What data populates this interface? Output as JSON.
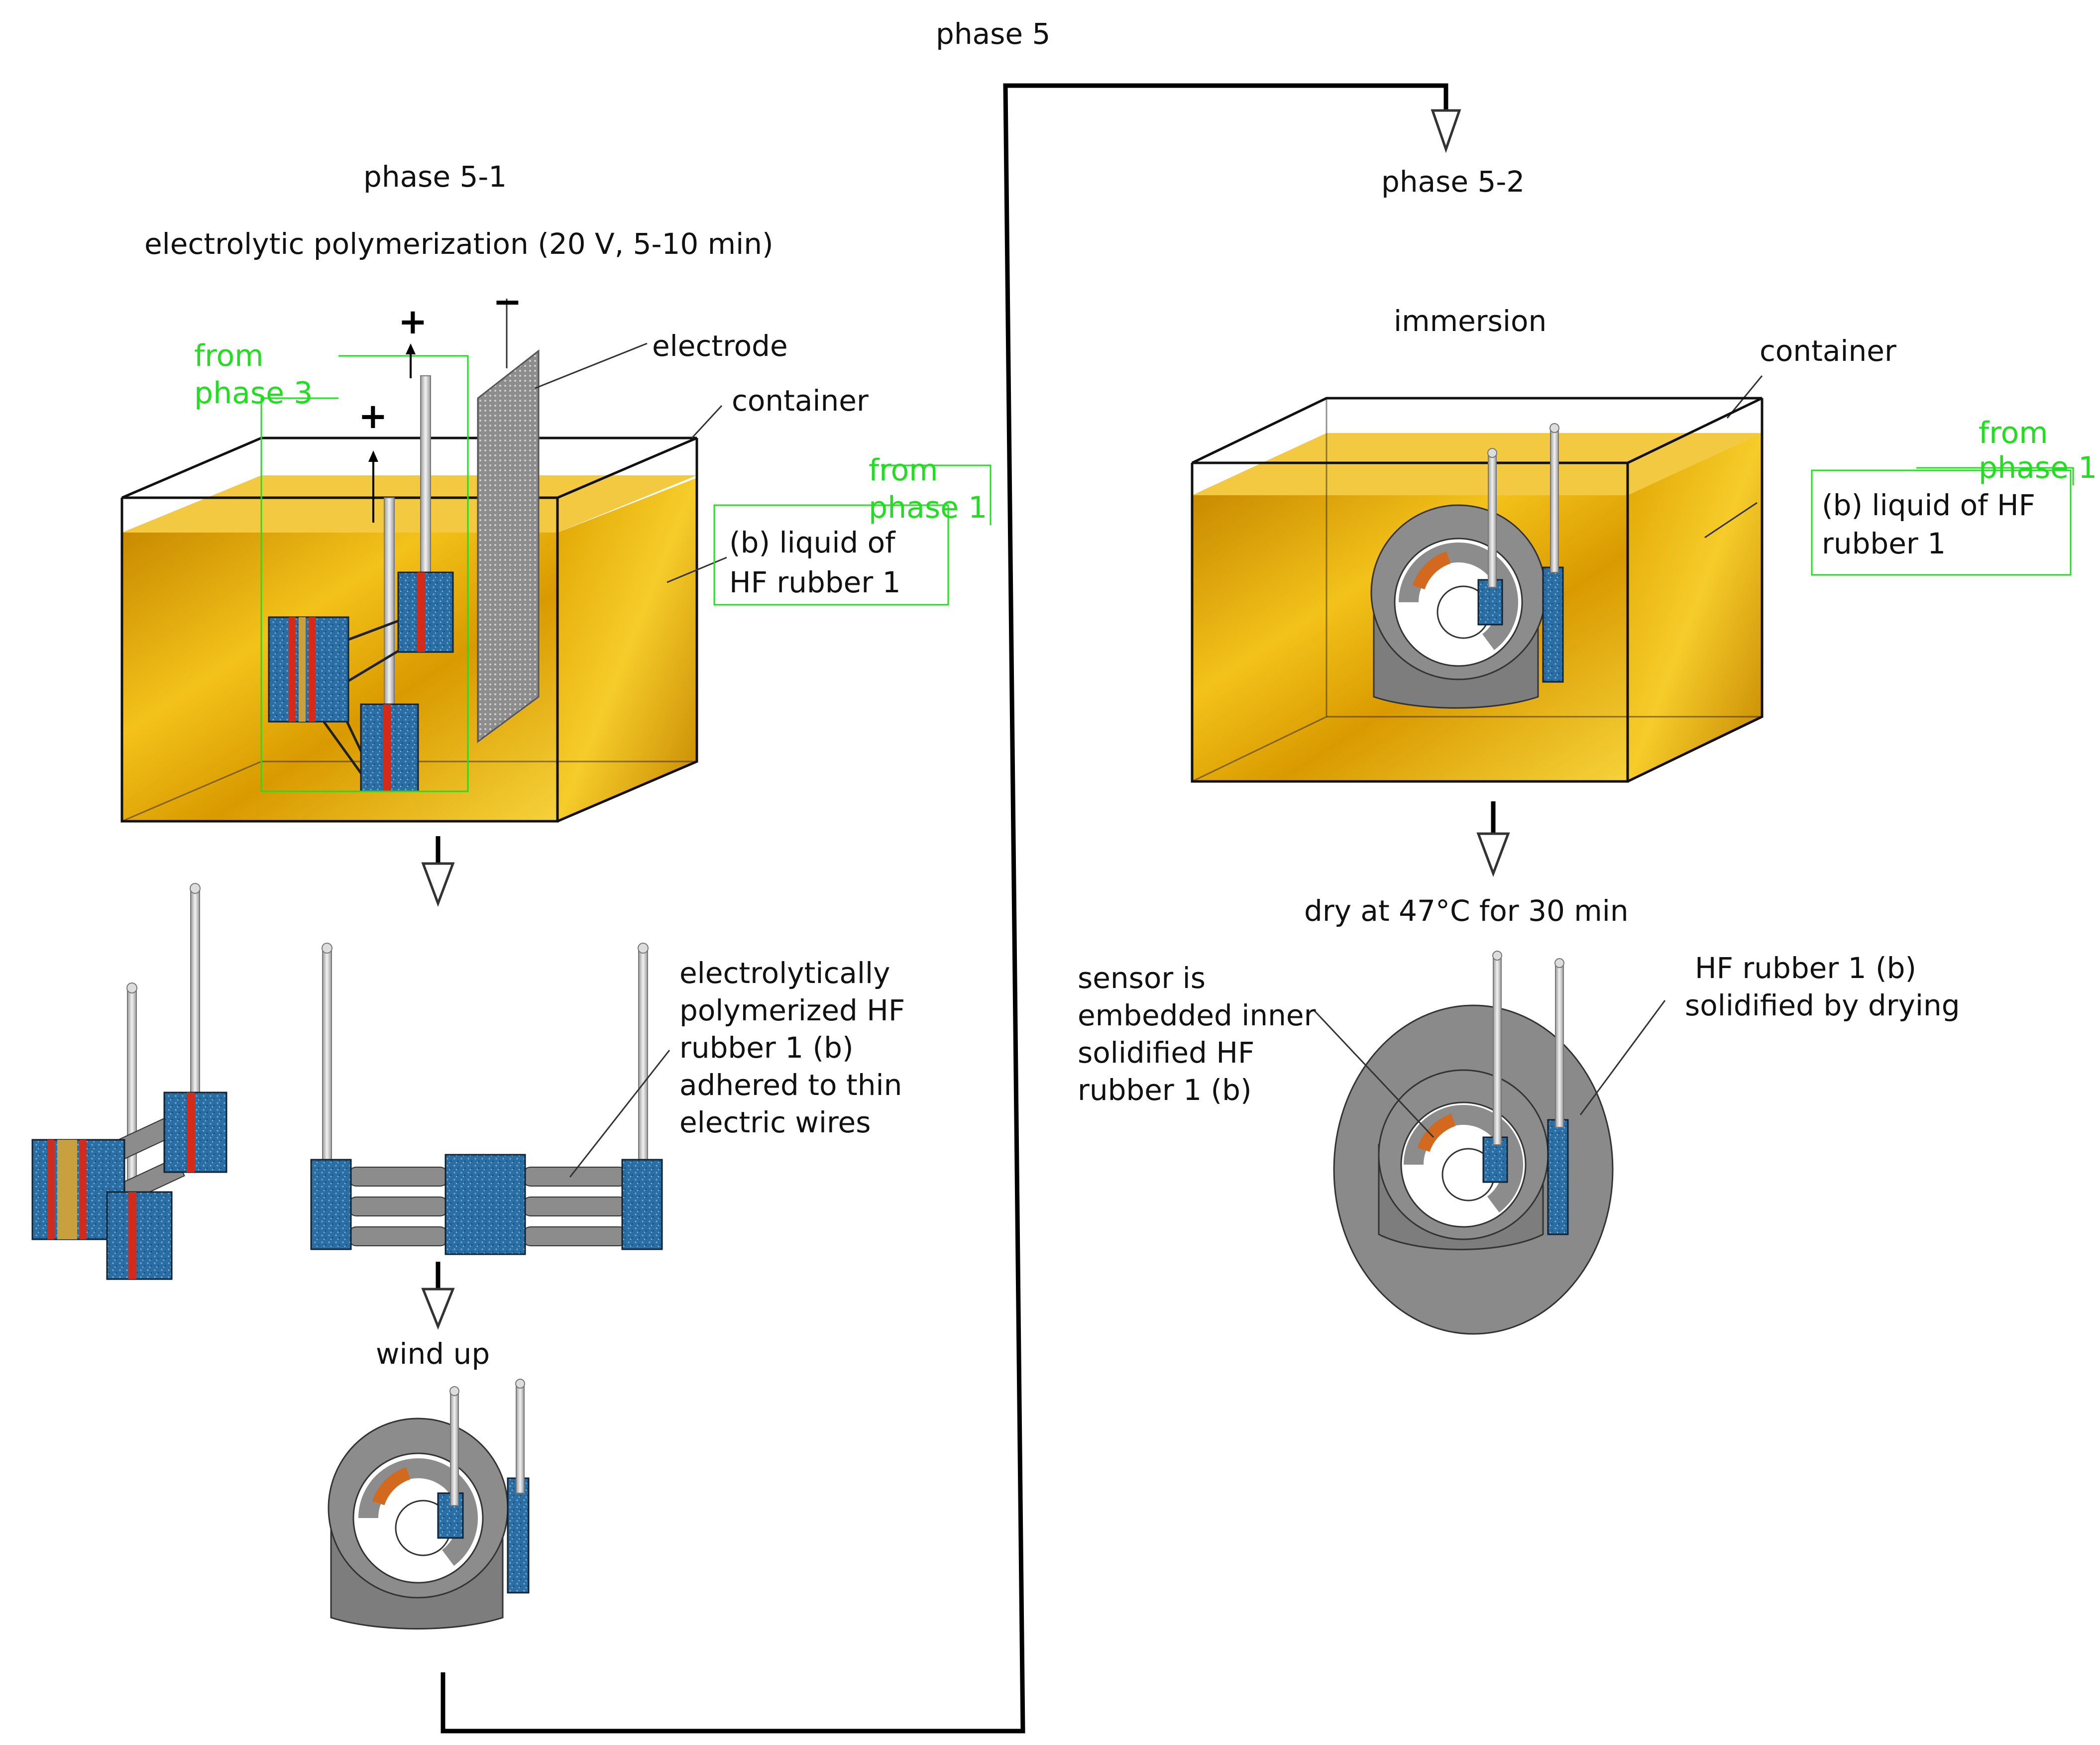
{
  "phase5": "phase 5",
  "phase5_1": {
    "title": "phase 5-1",
    "subtitle": "electrolytic polymerization (20 V, 5-10 min)",
    "plus": "+",
    "minus": "−",
    "electrode": "electrode",
    "container": "container",
    "from_phase3": [
      "from",
      "phase 3"
    ],
    "from_phase1": [
      "from",
      "phase 1"
    ],
    "liquid": [
      "(b) liquid of",
      "HF rubber 1"
    ],
    "polymerized_note": [
      "electrolytically",
      "polymerized HF",
      "rubber 1 (b)",
      "adhered to thin",
      "electric wires"
    ],
    "wind_up": "wind up"
  },
  "phase5_2": {
    "title": "phase 5-2",
    "immersion": "immersion",
    "container": "container",
    "from_phase1": [
      "from",
      "phase 1"
    ],
    "liquid": [
      "(b) liquid of HF",
      "rubber 1"
    ],
    "dry": "dry at 47°C for 30 min",
    "sensor_note": [
      "sensor is",
      "embedded inner",
      "solidified HF",
      "rubber 1 (b)"
    ],
    "solid_note": [
      "HF rubber 1 (b)",
      "solidified by drying"
    ]
  },
  "colors": {
    "liquid": "#e8a800",
    "block": "#2b6ea3",
    "stripe_red": "#d42a1a",
    "rubber_gray": "#8c8c8c",
    "label_green": "#22dd22"
  }
}
